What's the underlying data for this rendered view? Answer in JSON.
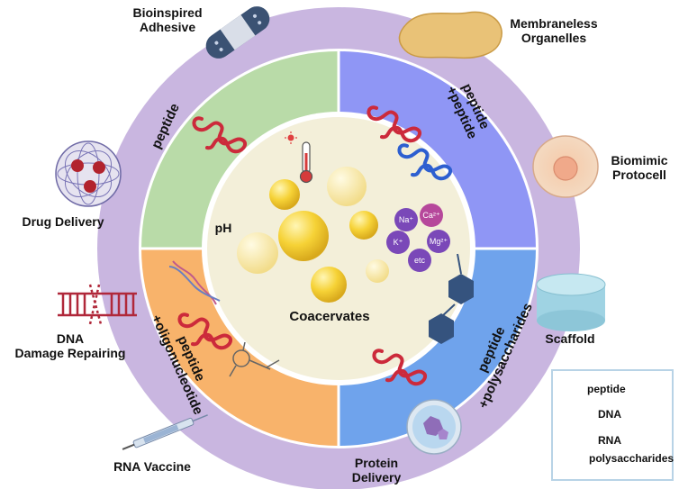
{
  "center": {
    "title": "Coacervates",
    "ph": "pH"
  },
  "ions": [
    "Na⁺",
    "Ca²⁺",
    "K⁺",
    "Mg²⁺",
    "etc"
  ],
  "sectors": [
    {
      "id": "peptide",
      "line1": "peptide",
      "line2": "",
      "color": "#b9dba8"
    },
    {
      "id": "peptide-peptide",
      "line1": "peptide",
      "line2": "+peptide",
      "color": "#8f96f5"
    },
    {
      "id": "peptide-polysaccharides",
      "line1": "peptide",
      "line2": "+polysaccharides",
      "color": "#6fa3ec"
    },
    {
      "id": "peptide-oligonucleotide",
      "line1": "peptide",
      "line2": "+oligonucleotide",
      "color": "#f8b36b"
    }
  ],
  "applications": {
    "bioinspired_adhesive": "Bioinspired\nAdhesive",
    "membraneless_organelles": "Membraneless\nOrganelles",
    "biomimic_protocell": "Biomimic\nProtocell",
    "drug_delivery": "Drug Delivery",
    "scaffold": "Scaffold",
    "dna_damage_repairing": "DNA\nDamage Repairing",
    "rna_vaccine": "RNA Vaccine",
    "protein_delivery": "Protein\nDelivery"
  },
  "legend": {
    "items": [
      "peptide",
      "DNA",
      "RNA",
      "polysaccharides"
    ]
  },
  "colors": {
    "outer_ring": "#c9b6e0",
    "inner_disk": "#f3efd9",
    "coacervate": "#f5d13b",
    "ion_purple": "#7a48b8",
    "ion_magenta": "#b6489b",
    "peptide_red": "#cc2a3b",
    "peptide_blue": "#2d5fd0",
    "polysaccharide": "#35537e"
  }
}
